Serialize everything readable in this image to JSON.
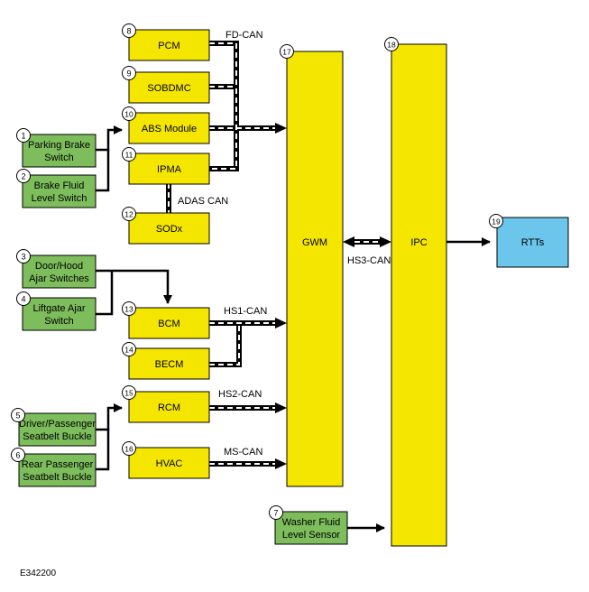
{
  "modules": {
    "pcm": {
      "num": "8",
      "label": "PCM"
    },
    "sobdmc": {
      "num": "9",
      "label": "SOBDMC"
    },
    "abs": {
      "num": "10",
      "label": "ABS Module"
    },
    "ipma": {
      "num": "11",
      "label": "IPMA"
    },
    "sodx": {
      "num": "12",
      "label": "SODx"
    },
    "bcm": {
      "num": "13",
      "label": "BCM"
    },
    "becm": {
      "num": "14",
      "label": "BECM"
    },
    "rcm": {
      "num": "15",
      "label": "RCM"
    },
    "hvac": {
      "num": "16",
      "label": "HVAC"
    },
    "gwm": {
      "num": "17",
      "label": "GWM"
    },
    "ipc": {
      "num": "18",
      "label": "IPC"
    },
    "rtts": {
      "num": "19",
      "label": "RTTs"
    }
  },
  "inputs": {
    "parking_brake": {
      "num": "1",
      "line1": "Parking Brake",
      "line2": "Switch"
    },
    "brake_fluid": {
      "num": "2",
      "line1": "Brake Fluid",
      "line2": "Level Switch"
    },
    "door_hood": {
      "num": "3",
      "line1": "Door/Hood",
      "line2": "Ajar Switches"
    },
    "liftgate": {
      "num": "4",
      "line1": "Liftgate Ajar",
      "line2": "Switch"
    },
    "driver_seatbelt": {
      "num": "5",
      "line1": "Driver/Passenger",
      "line2": "Seatbelt Buckle"
    },
    "rear_seatbelt": {
      "num": "6",
      "line1": "Rear Passenger",
      "line2": "Seatbelt Buckle"
    },
    "washer": {
      "num": "7",
      "line1": "Washer Fluid",
      "line2": "Level Sensor"
    }
  },
  "buses": {
    "fd_can": "FD-CAN",
    "adas_can": "ADAS CAN",
    "hs1_can": "HS1-CAN",
    "hs2_can": "HS2-CAN",
    "ms_can": "MS-CAN",
    "hs3_can": "HS3-CAN"
  },
  "figure_id": "E342200",
  "colors": {
    "module": "#f5e600",
    "input": "#7dbd5b",
    "output": "#6cc5ea"
  }
}
